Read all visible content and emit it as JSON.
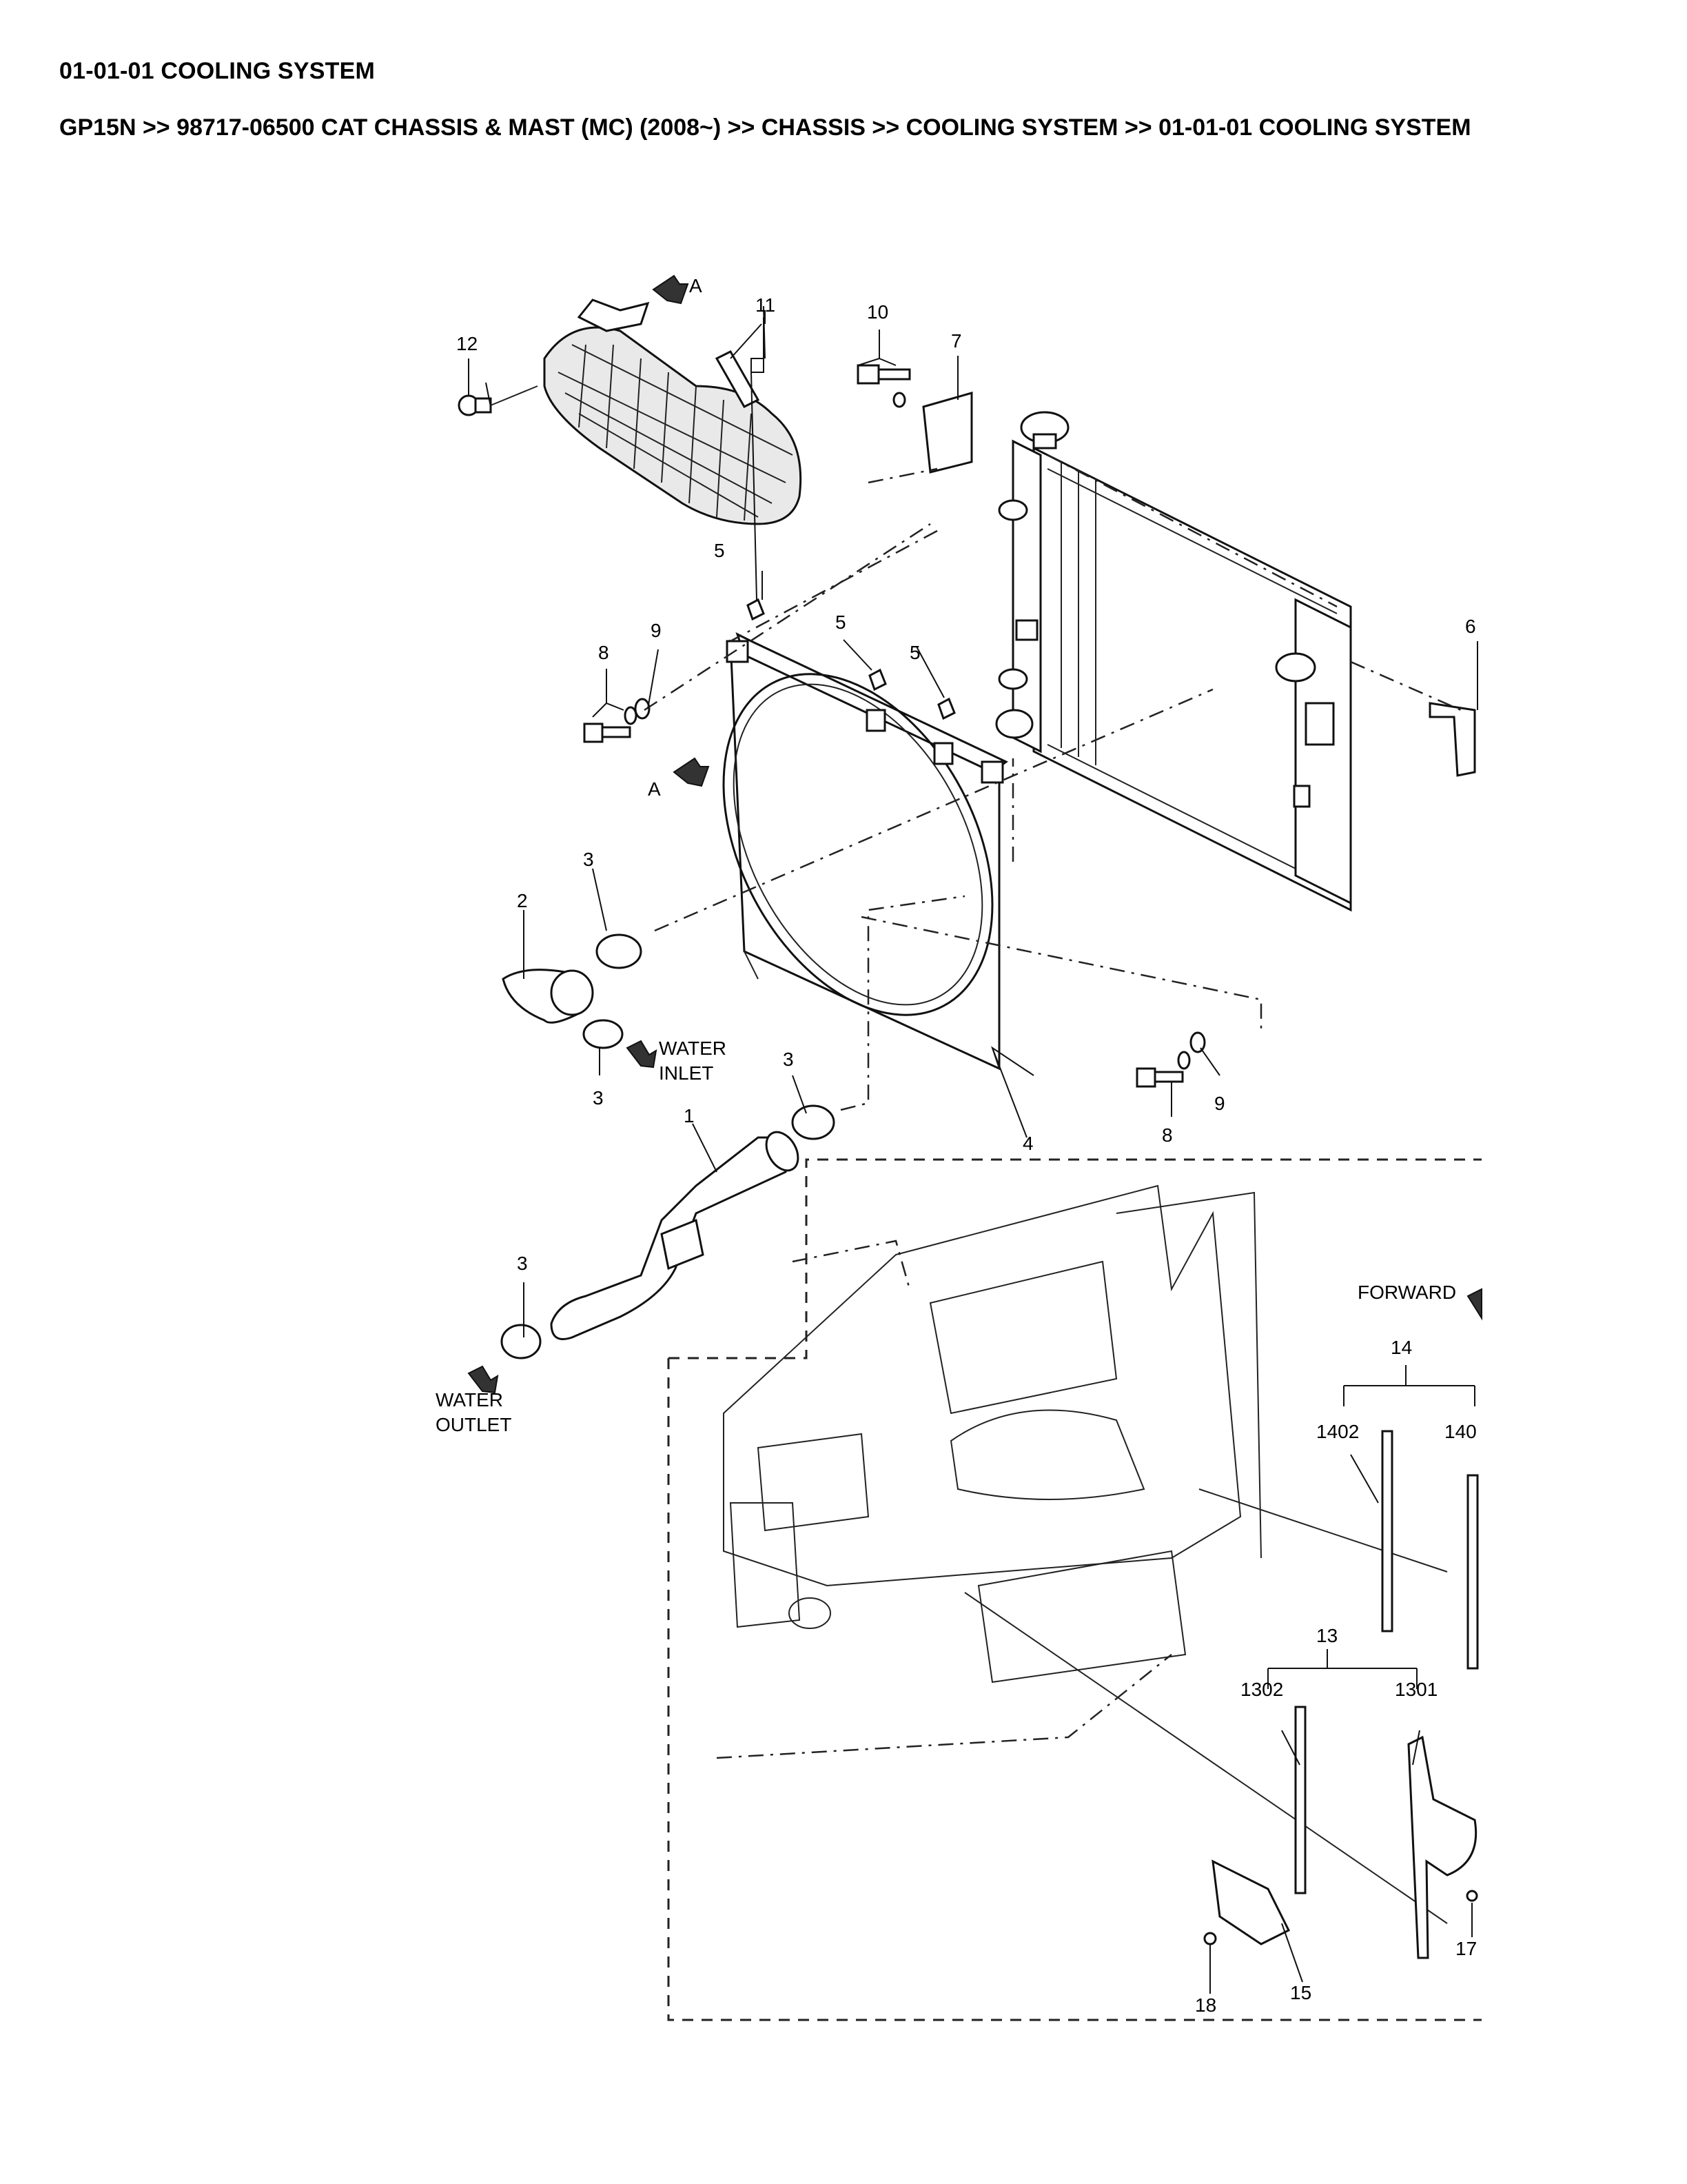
{
  "page": {
    "title": "01-01-01 COOLING SYSTEM",
    "breadcrumb": "GP15N >> 98717-06500 CAT CHASSIS & MAST (MC) (2008~) >> CHASSIS >> COOLING SYSTEM >> 01-01-01 COOLING SYSTEM"
  },
  "callouts": {
    "c1": "1",
    "c2": "2",
    "c3a": "3",
    "c3b": "3",
    "c3c": "3",
    "c3d": "3",
    "c4": "4",
    "c5a": "5",
    "c5b": "5",
    "c5c": "5",
    "c6": "6",
    "c7": "7",
    "c8a": "8",
    "c8b": "8",
    "c9a": "9",
    "c9b": "9",
    "c10": "10",
    "c11": "11",
    "c12": "12",
    "c13": "13",
    "c1301": "1301",
    "c1302": "1302",
    "c14": "14",
    "c1401": "140",
    "c1402": "1402",
    "c15": "15",
    "c17": "17",
    "c18": "18"
  },
  "annotations": {
    "view_a_top": "A",
    "view_a_mid": "A",
    "water_inlet_1": "WATER",
    "water_inlet_2": "INLET",
    "water_outlet_1": "WATER",
    "water_outlet_2": "OUTLET",
    "forward": "FORWARD"
  },
  "icons": [
    "direction-arrow-icon",
    "forward-arrow-icon"
  ]
}
